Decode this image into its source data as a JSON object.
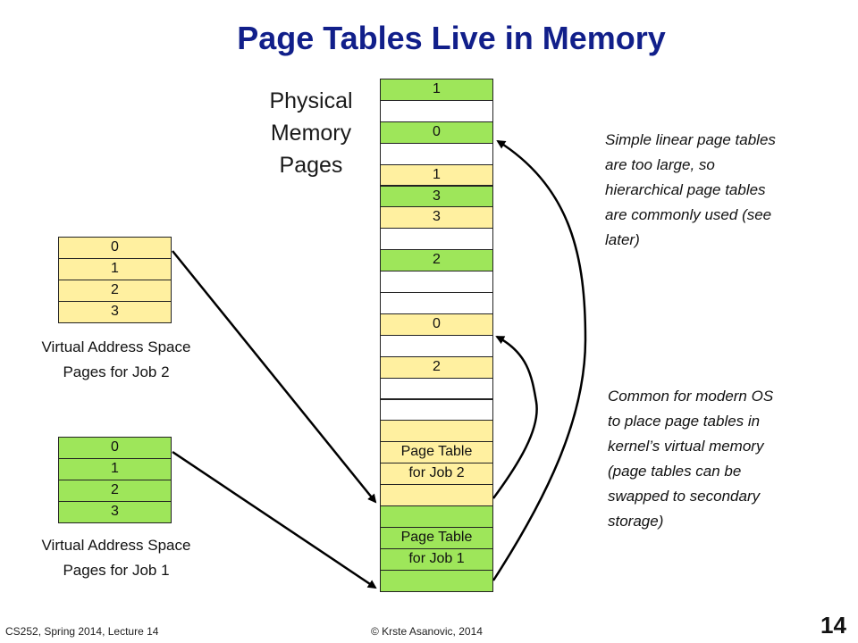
{
  "title": "Page Tables Live in Memory",
  "physical_memory_label": [
    "Physical",
    "Memory",
    "Pages"
  ],
  "physical_memory": {
    "cells": [
      {
        "label": "1",
        "color": "#9ee65a"
      },
      {
        "label": "",
        "color": "#ffffff"
      },
      {
        "label": "0",
        "color": "#9ee65a"
      },
      {
        "label": "",
        "color": "#ffffff"
      },
      {
        "label": "1",
        "color": "#fff0a0"
      },
      {
        "label": "3",
        "color": "#9ee65a"
      },
      {
        "label": "3",
        "color": "#fff0a0"
      },
      {
        "label": "",
        "color": "#ffffff"
      },
      {
        "label": "2",
        "color": "#9ee65a"
      },
      {
        "label": "",
        "color": "#ffffff"
      },
      {
        "label": "",
        "color": "#ffffff"
      },
      {
        "label": "0",
        "color": "#fff0a0"
      },
      {
        "label": "",
        "color": "#ffffff"
      },
      {
        "label": "2",
        "color": "#fff0a0"
      },
      {
        "label": "",
        "color": "#ffffff"
      },
      {
        "label": "",
        "color": "#ffffff"
      },
      {
        "label": "",
        "color": "#fff0a0"
      },
      {
        "label": "Page Table",
        "color": "#fff0a0"
      },
      {
        "label": "for Job 2",
        "color": "#fff0a0"
      },
      {
        "label": "",
        "color": "#fff0a0"
      },
      {
        "label": "",
        "color": "#9ee65a"
      },
      {
        "label": "Page Table",
        "color": "#9ee65a"
      },
      {
        "label": "for Job 1",
        "color": "#9ee65a"
      },
      {
        "label": "",
        "color": "#9ee65a"
      }
    ]
  },
  "job2": {
    "pages": [
      "0",
      "1",
      "2",
      "3"
    ],
    "color": "#fff0a0",
    "caption": [
      "Virtual Address Space",
      "Pages for Job 2"
    ]
  },
  "job1": {
    "pages": [
      "0",
      "1",
      "2",
      "3"
    ],
    "color": "#9ee65a",
    "caption": [
      "Virtual Address Space",
      "Pages for Job 1"
    ]
  },
  "note_top": [
    "Simple linear page tables",
    "are too large, so",
    "hierarchical page tables",
    "are commonly used (see",
    "later)"
  ],
  "note_bottom": [
    "Common for modern OS",
    "to place page tables in",
    "kernel’s virtual memory",
    "(page tables can be",
    "swapped to secondary",
    "storage)"
  ],
  "footer": {
    "course": "CS252, Spring 2014, Lecture 14",
    "copyright": "© Krste Asanovic, 2014",
    "slide_number": "14"
  }
}
